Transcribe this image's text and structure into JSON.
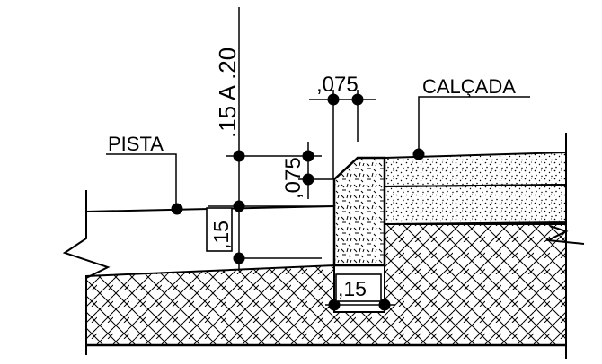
{
  "labels": {
    "pista": "PISTA",
    "calcada": "CALÇADA",
    "height_range": ".15 A .20",
    "top_offset": ",075",
    "side_offset": ",075",
    "curb_height": ",15",
    "curb_width": ",15"
  },
  "colors": {
    "line": "#000000",
    "background": "#ffffff"
  }
}
